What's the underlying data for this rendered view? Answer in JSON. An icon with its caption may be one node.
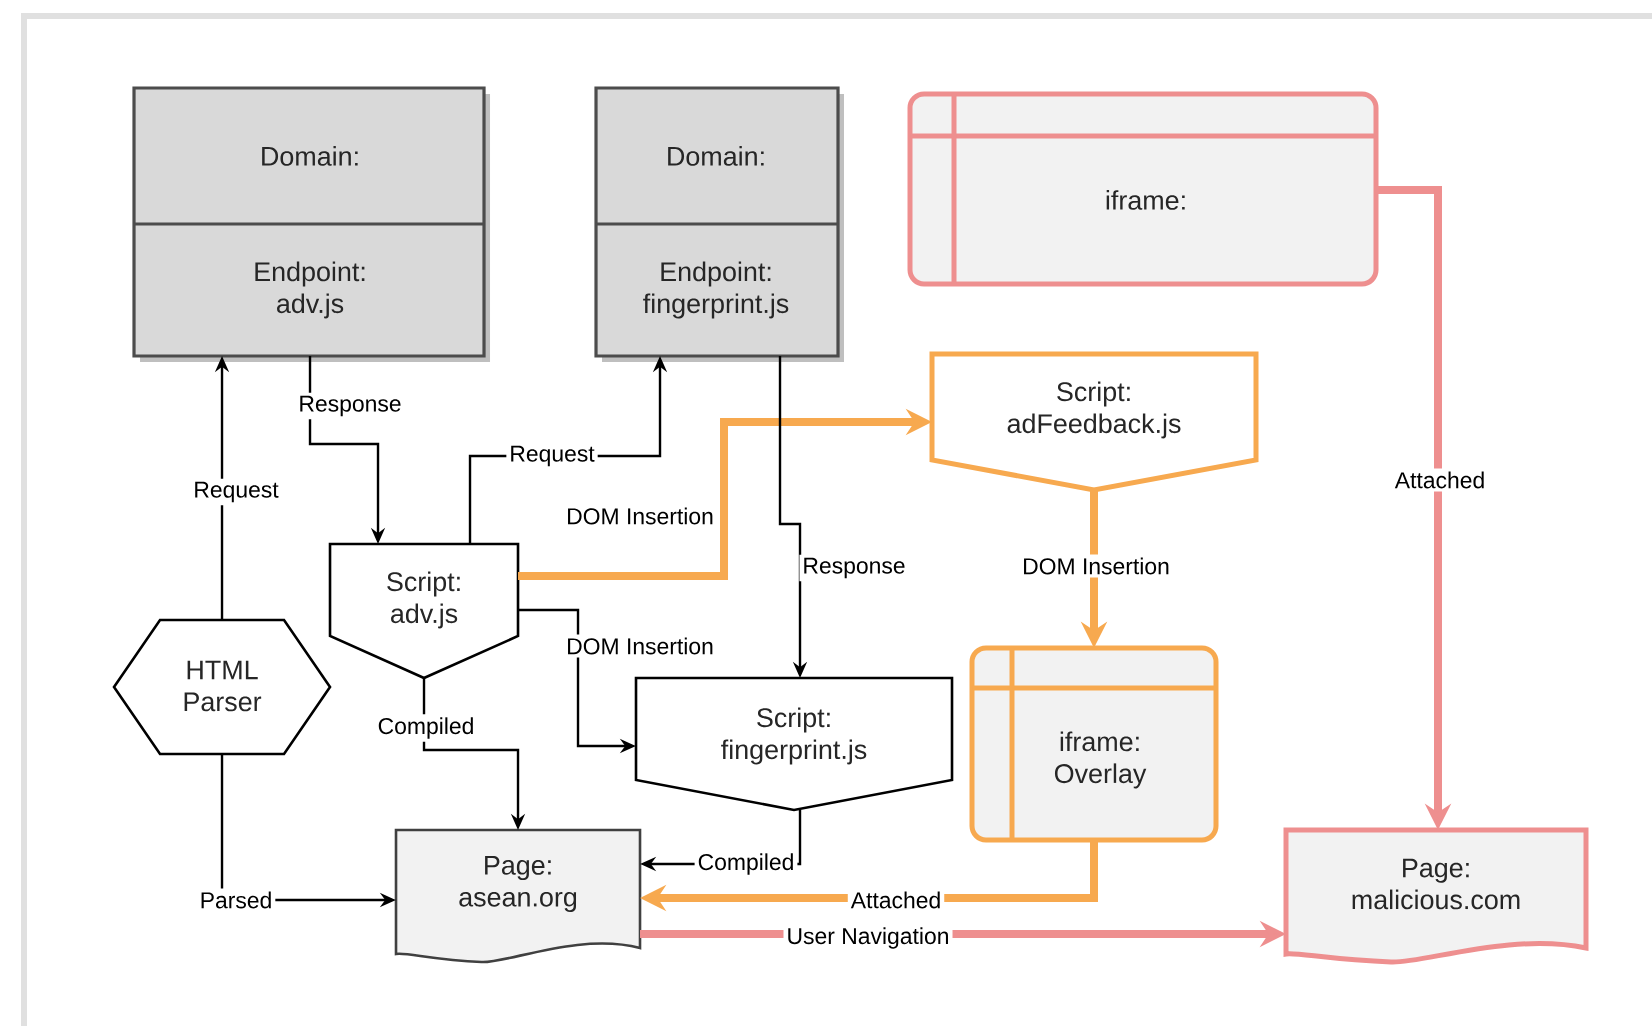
{
  "diagram": {
    "nodes": [
      {
        "text": [
          "Domain:",
          "Endpoint: adv.js"
        ]
      },
      {
        "text": [
          "Domain:",
          "Endpoint: fingerprint.js"
        ]
      },
      {
        "text": [
          "iframe:"
        ]
      },
      {
        "text": [
          "Script: adv.js"
        ]
      },
      {
        "text": [
          "HTML Parser"
        ]
      },
      {
        "text": [
          "Script: adFeedback.js"
        ]
      },
      {
        "text": [
          "Script: fingerprint.js"
        ]
      },
      {
        "text": [
          "iframe: Overlay"
        ]
      },
      {
        "text": [
          "Page: asean.org"
        ]
      },
      {
        "text": [
          "Page: malicious.com"
        ]
      }
    ],
    "edges": [
      {
        "from": 4,
        "to": 0,
        "arrow": "to",
        "label": "Request"
      },
      {
        "from": 0,
        "to": 3,
        "arrow": "to",
        "label": "Response"
      },
      {
        "from": 3,
        "to": 1,
        "arrow": "to",
        "label": "Request"
      },
      {
        "from": 3,
        "to": 5,
        "arrow": "to",
        "label": "DOM Insertion",
        "style": "thick",
        "color": "#f7a94f"
      },
      {
        "from": 1,
        "to": 6,
        "arrow": "to",
        "label": "Response"
      },
      {
        "from": 3,
        "to": 6,
        "arrow": "to",
        "label": "DOM Insertion"
      },
      {
        "from": 5,
        "to": 7,
        "arrow": "to",
        "label": "DOM Insertion",
        "style": "thick",
        "color": "#f7a94f"
      },
      {
        "from": 3,
        "to": 8,
        "arrow": "to",
        "label": "Compiled"
      },
      {
        "from": 6,
        "to": 8,
        "arrow": "to",
        "label": "Compiled"
      },
      {
        "from": 7,
        "to": 8,
        "arrow": "to",
        "label": "Attached",
        "style": "thick",
        "color": "#f7a94f"
      },
      {
        "from": 8,
        "to": 9,
        "arrow": "to",
        "label": "User Navigation",
        "style": "thick",
        "color": "#ee8f8f"
      },
      {
        "from": 4,
        "to": 8,
        "arrow": "to",
        "label": "Parsed"
      },
      {
        "from": 2,
        "to": 9,
        "arrow": "to",
        "label": "Attached",
        "style": "thick",
        "color": "#ee8f8f"
      }
    ]
  }
}
